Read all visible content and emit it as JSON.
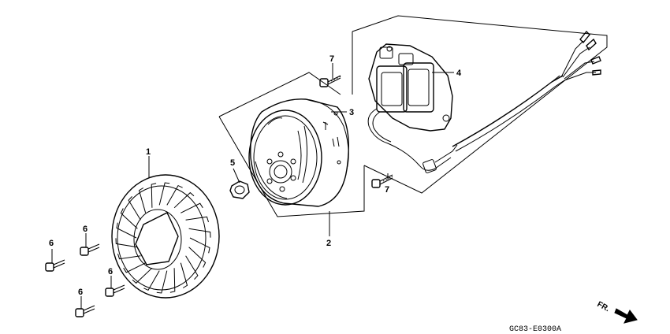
{
  "callouts": {
    "c1": "1",
    "c2": "2",
    "c3": "3",
    "c4": "4",
    "c5": "5",
    "c6a": "6",
    "c6b": "6",
    "c6c": "6",
    "c6d": "6",
    "c7a": "7",
    "c7b": "7"
  },
  "diagram_code": "GC83-E0300A",
  "direction_label": "FR."
}
